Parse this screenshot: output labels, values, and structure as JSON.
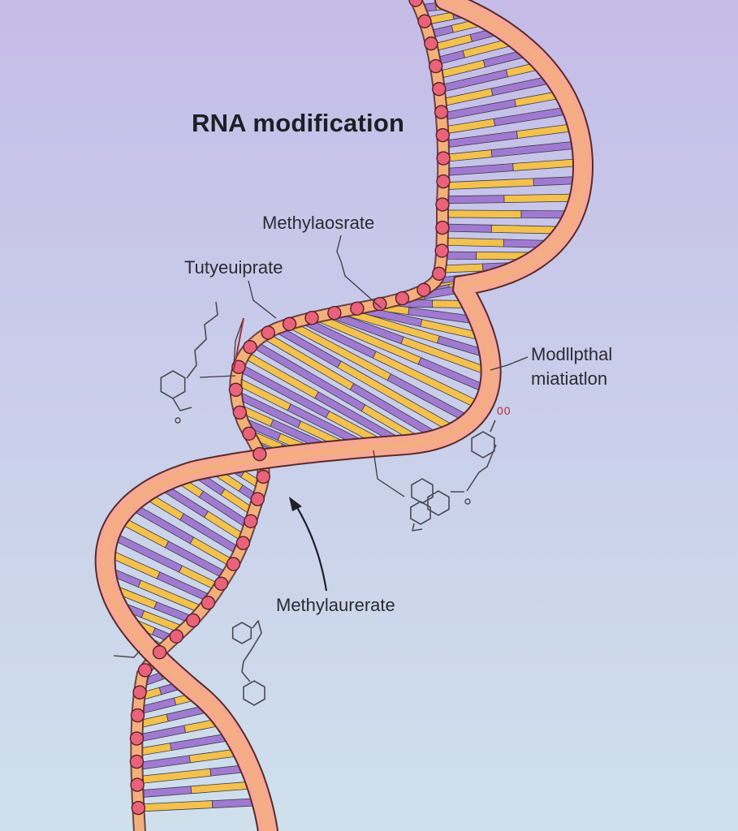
{
  "diagram": {
    "title": "RNA modification",
    "labels": {
      "methyl_top": "Methylaosrate",
      "tutyeuiprate": "Tutyeuiprate",
      "modified_line1": "Modllpthal",
      "modified_line2": "miatiatlon",
      "methyl_bottom": "Methylaurerate",
      "small_mark": "00"
    },
    "colors": {
      "background_top": "#c5bce8",
      "background_bottom": "#cfe0ec",
      "backbone_outer": "#f6a892",
      "backbone_inner": "#f4b07a",
      "backbone_outline": "#5a2a2a",
      "phosphate_beads": "#e8637a",
      "base_pairs": [
        "#6ec3e6",
        "#f2c14e",
        "#f08a3c",
        "#8bc34a",
        "#a07ad0",
        "#5bb0e0"
      ],
      "molecule_stroke": "#4a4a55",
      "leader_lines": "#3a3a44"
    },
    "icons": [
      "helix-strand",
      "hexagon-ring-molecule",
      "arrow-icon"
    ]
  }
}
